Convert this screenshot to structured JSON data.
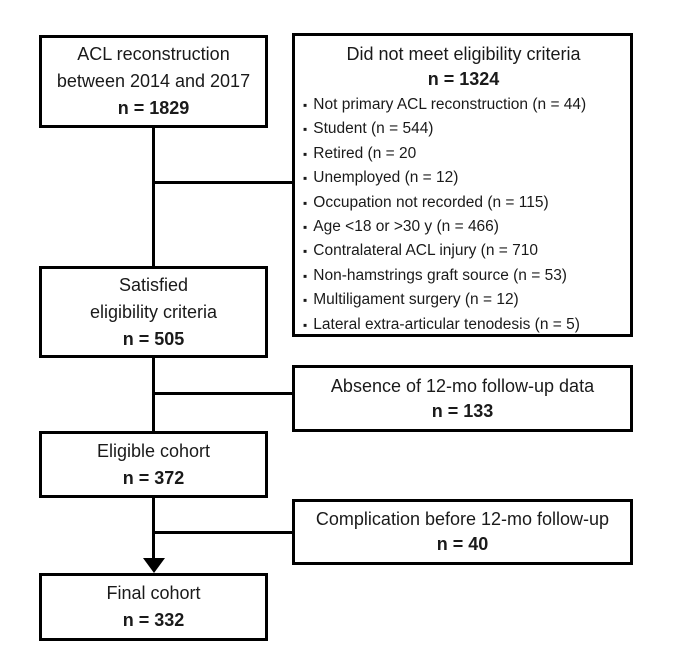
{
  "flowchart": {
    "box_acl": {
      "line1": "ACL reconstruction",
      "line2": "between 2014 and 2017",
      "n": "n = 1829"
    },
    "box_not_eligible": {
      "title": "Did not meet eligibility criteria",
      "n": "n = 1324",
      "bullet_icon": "▪",
      "bullets": [
        "Not primary ACL reconstruction (n = 44)",
        "Student (n = 544)",
        "Retired (n = 20",
        "Unemployed (n = 12)",
        "Occupation not recorded (n = 115)",
        "Age <18 or >30 y (n = 466)",
        "Contralateral ACL injury (n = 710",
        "Non-hamstrings graft source (n = 53)",
        "Multiligament surgery (n = 12)",
        "Lateral extra-articular tenodesis (n = 5)"
      ]
    },
    "box_satisfied": {
      "line1": "Satisfied",
      "line2": "eligibility criteria",
      "n": "n = 505"
    },
    "box_absence": {
      "title": "Absence of 12-mo follow-up data",
      "n": "n = 133"
    },
    "box_eligible": {
      "line1": "Eligible cohort",
      "n": "n = 372"
    },
    "box_complication": {
      "title": "Complication before 12-mo follow-up",
      "n": "n = 40"
    },
    "box_final": {
      "line1": "Final cohort",
      "n": "n = 332"
    },
    "colors": {
      "line": "#000000",
      "background": "#ffffff",
      "text": "#1a1a1a"
    }
  }
}
